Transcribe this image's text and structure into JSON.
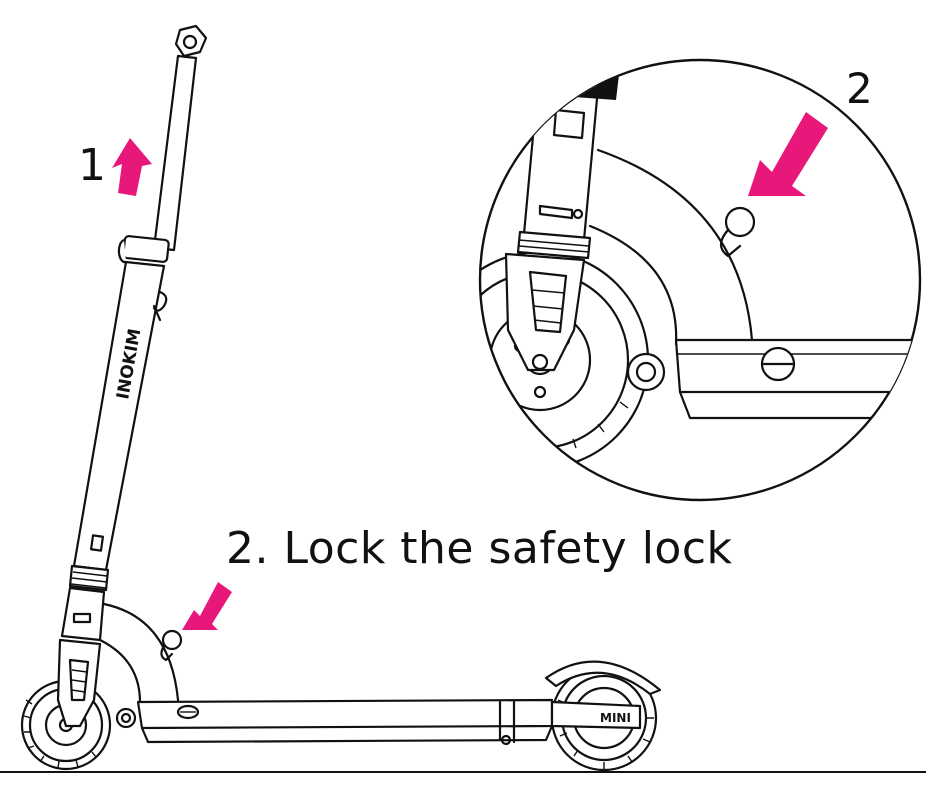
{
  "labels": {
    "step1": "1",
    "step2": "2",
    "caption": "2. Lock the safety lock"
  },
  "branding": {
    "frame_logo": "INOKIM",
    "deck_logo": "MINI"
  },
  "colors": {
    "arrow": "#e8187a",
    "line": "#111111",
    "background": "#ffffff"
  },
  "icons": {
    "up_arrow": "arrow-up-icon",
    "pointer_arrows": "arrow-down-left-icon"
  }
}
